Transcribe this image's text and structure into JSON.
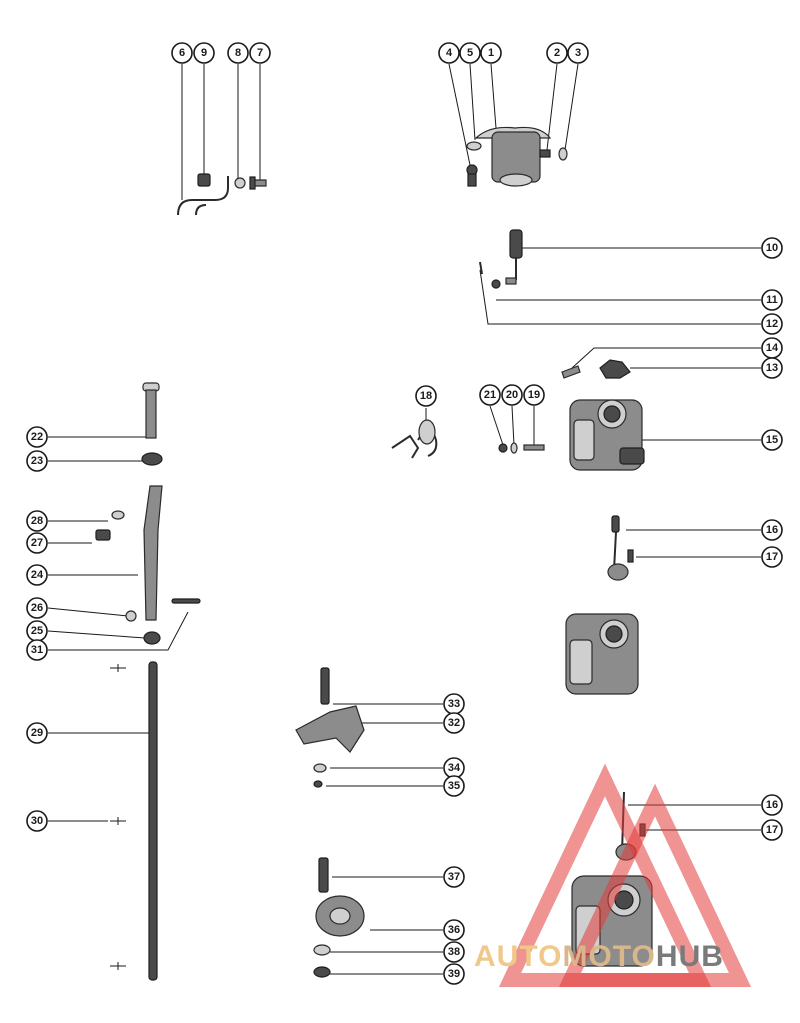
{
  "callouts": {
    "c1": "1",
    "c2": "2",
    "c3": "3",
    "c4": "4",
    "c5": "5",
    "c6": "6",
    "c7": "7",
    "c8": "8",
    "c9": "9",
    "c10": "10",
    "c11": "11",
    "c12": "12",
    "c13": "13",
    "c14": "14",
    "c15": "15",
    "c16a": "16",
    "c17a": "17",
    "c16b": "16",
    "c17b": "17",
    "c18": "18",
    "c19": "19",
    "c20": "20",
    "c21": "21",
    "c22": "22",
    "c23": "23",
    "c24": "24",
    "c25": "25",
    "c26": "26",
    "c27": "27",
    "c28": "28",
    "c29": "29",
    "c30": "30",
    "c31": "31",
    "c32": "32",
    "c33": "33",
    "c34": "34",
    "c35": "35",
    "c36": "36",
    "c37": "37",
    "c38": "38",
    "c39": "39"
  },
  "watermark": {
    "part1": "AUTO",
    "part2": "MOTO",
    "part3": "HUB",
    "colors": {
      "triangle": "#e23b3b",
      "auto": "#f0c98a",
      "hub": "#7a7a7a"
    }
  }
}
